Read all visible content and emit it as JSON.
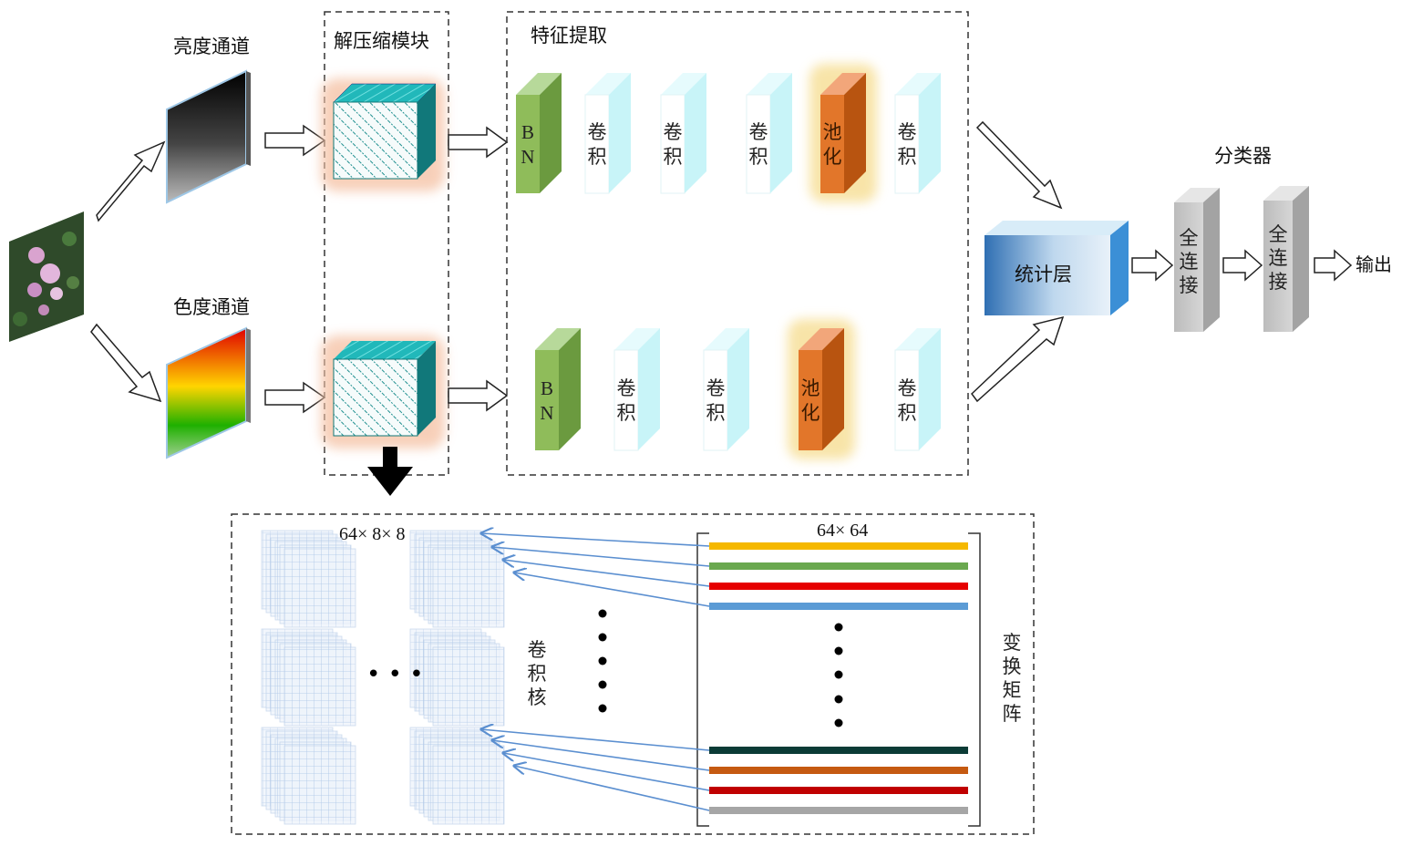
{
  "input_image": {
    "desc_icon": "flower-photo"
  },
  "channels": {
    "luminance": "亮度通道",
    "chrominance": "色度通道"
  },
  "decompress_module": {
    "title": "解压缩模块"
  },
  "feature_extraction": {
    "title": "特征提取",
    "top_row": [
      "B\nN",
      "卷\n积",
      "卷\n积",
      "卷\n积",
      "池\n化",
      "卷\n积"
    ],
    "bottom_row": [
      "B\nN",
      "卷\n积",
      "卷\n积",
      "池\n化",
      "卷\n积"
    ]
  },
  "stats_layer": "统计层",
  "classifier": {
    "title": "分类器",
    "fc1": "全\n连\n接",
    "fc2": "全\n连\n接",
    "output": "输出"
  },
  "kernel_panel": {
    "kernel_dims": "64× 8× 8",
    "ellipsis": "• • •",
    "kernel_label": "卷\n积\n核"
  },
  "matrix_panel": {
    "matrix_dims": "64× 64",
    "matrix_label": "变\n换\n矩\n阵",
    "line_colors_top": [
      "#f5b800",
      "#6aa84f",
      "#e60000",
      "#5b9bd5"
    ],
    "line_colors_bottom": [
      "#0b3b36",
      "#c55a11",
      "#c00000",
      "#a6a6a6"
    ]
  },
  "colors": {
    "bn_green": "#8fbc5a",
    "conv_cyan": "#c8f4f8",
    "pool_orange": "#e2762a",
    "stats_blue": "#2f7ec3",
    "fc_gray": "#bfbfbf",
    "cube_teal": "#1aa9aa"
  }
}
